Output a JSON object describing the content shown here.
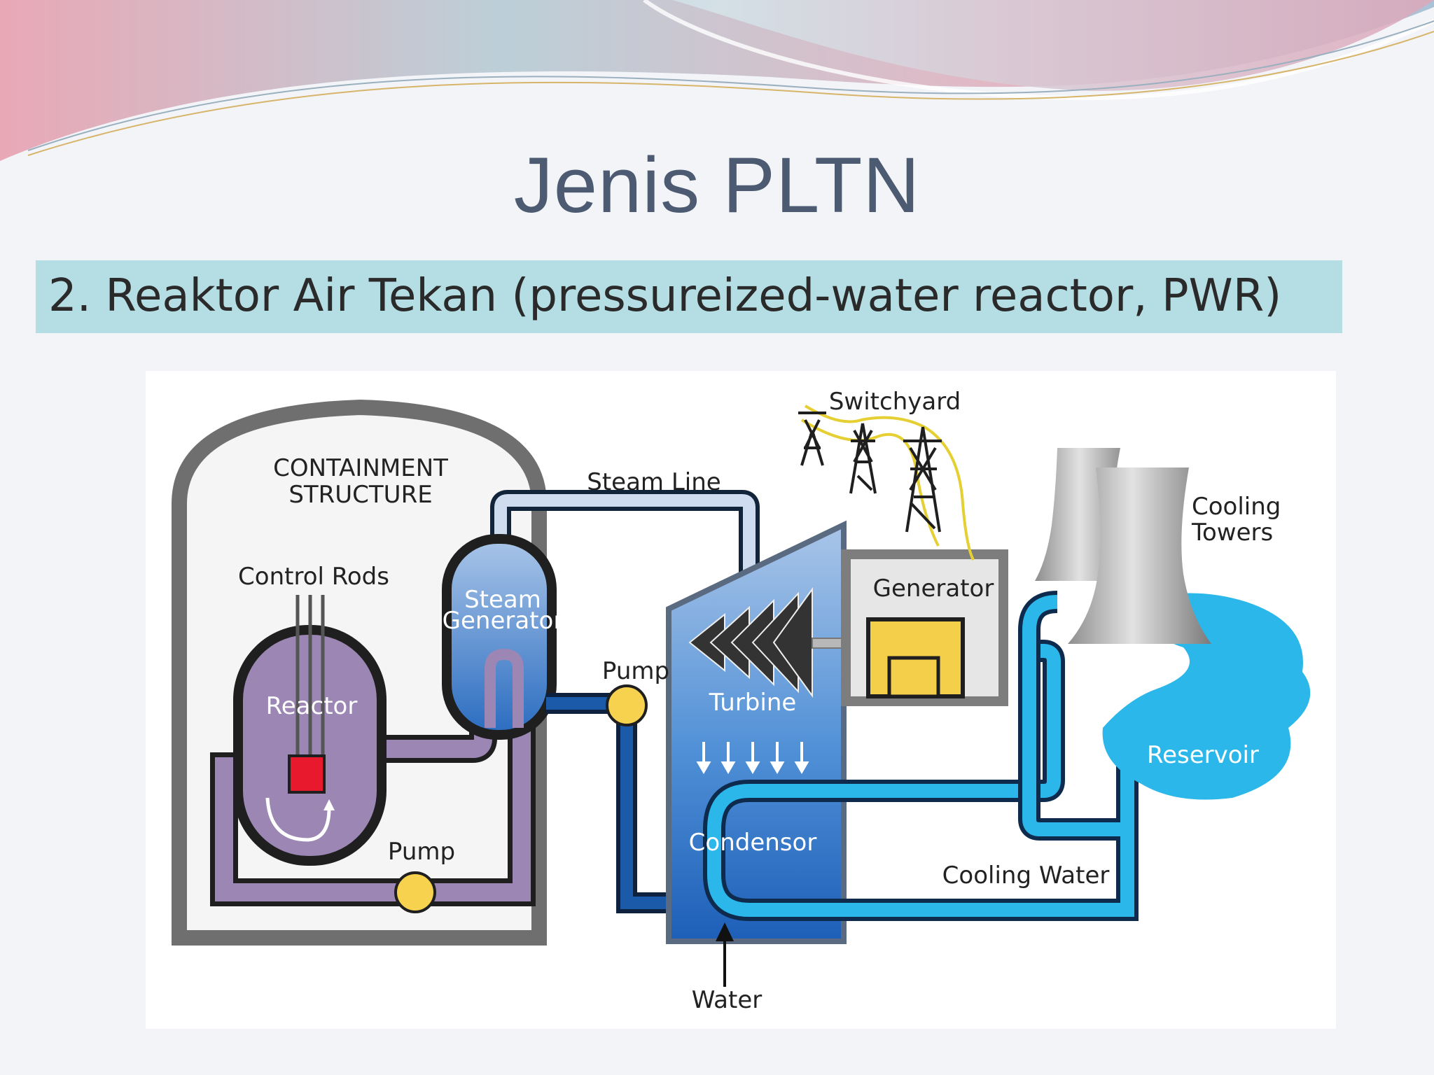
{
  "slide": {
    "title": "Jenis PLTN",
    "subtitle": "2. Reaktor Air Tekan (pressureized-water reactor, PWR)"
  },
  "diagram": {
    "labels": {
      "containment_line1": "CONTAINMENT",
      "containment_line2": "STRUCTURE",
      "control_rods": "Control Rods",
      "reactor": "Reactor",
      "steam_generator_line1": "Steam",
      "steam_generator_line2": "Generator",
      "steam_line": "Steam Line",
      "switchyard": "Switchyard",
      "cooling_towers_line1": "Cooling",
      "cooling_towers_line2": "Towers",
      "generator": "Generator",
      "pump_primary": "Pump",
      "pump_secondary": "Pump",
      "turbine": "Turbine",
      "condensor": "Condensor",
      "reservoir": "Reservoir",
      "cooling_water": "Cooling Water",
      "water": "Water"
    }
  },
  "colors": {
    "title": "#4c5a72",
    "subtitle_band": "#b5dde4",
    "primary_loop": "#9b86b4",
    "secondary_loop": "#1a5aa8",
    "cooling_loop": "#2bb7ea",
    "pump": "#f6d24e",
    "reactor_core": "#e8192c",
    "containment": "#6f6f6f"
  }
}
